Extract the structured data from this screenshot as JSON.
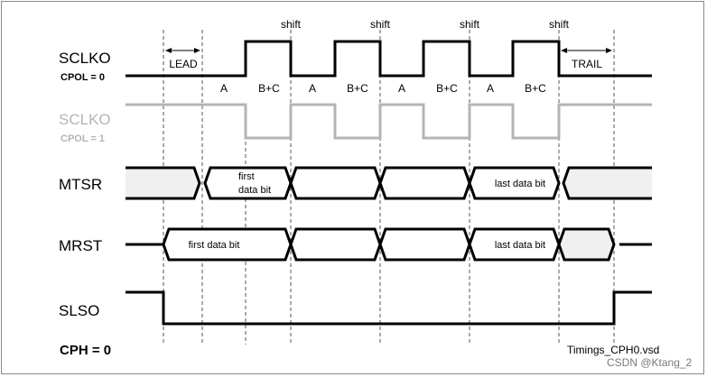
{
  "signals": {
    "sclko": {
      "name": "SCLKO",
      "sub": "CPOL = 0"
    },
    "sclko_inv": {
      "name": "SCLKO",
      "sub": "CPOL = 1"
    },
    "mtsr": {
      "name": "MTSR"
    },
    "mrst": {
      "name": "MRST"
    },
    "slso": {
      "name": "SLSO"
    }
  },
  "annotations": {
    "shift": "shift",
    "lead": "LEAD",
    "trail": "TRAIL",
    "phase_a": "A",
    "phase_bc": "B+C"
  },
  "data_bits": {
    "first": "first data bit",
    "first_line1": "first",
    "first_line2": "data bit",
    "last": "last data bit"
  },
  "footer": {
    "cph": "CPH = 0",
    "file": "Timings_CPH0.vsd",
    "watermark": "CSDN @Ktang_2"
  },
  "colors": {
    "signal": "#000000",
    "inverted": "#b4b4b4",
    "fill": "#f0f0f0",
    "guide": "#555555"
  }
}
